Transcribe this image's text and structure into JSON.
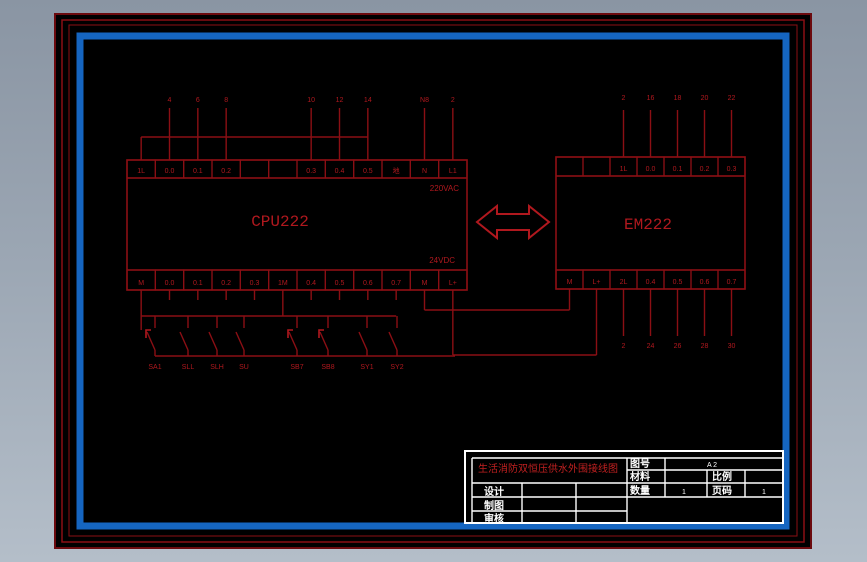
{
  "colors": {
    "background": "#000000",
    "line": "#8b0f14",
    "frame_inner": "#1565c0",
    "frame_outer": "#8b0f14",
    "title_block": "#ffffff",
    "title_text": "#c02020"
  },
  "cpu": {
    "name": "CPU222",
    "power_label": "220VAC",
    "dc_label": "24VDC",
    "top_terminals": [
      "1L",
      "0.0",
      "0.1",
      "0.2",
      "",
      "",
      "0.3",
      "0.4",
      "0.5",
      "地",
      "N",
      "L1"
    ],
    "top_wire_numbers": [
      "4",
      "6",
      "8",
      "10",
      "12",
      "14",
      "N8",
      "2"
    ],
    "bottom_terminals": [
      "M",
      "0.0",
      "0.1",
      "0.2",
      "0.3",
      "1M",
      "0.4",
      "0.5",
      "0.6",
      "0.7",
      "M",
      "L+"
    ]
  },
  "em": {
    "name": "EM222",
    "top_terminals": [
      "",
      "",
      "1L",
      "0.0",
      "0.1",
      "0.2",
      "0.3"
    ],
    "top_wire_numbers": [
      "2",
      "16",
      "18",
      "20",
      "22"
    ],
    "bottom_terminals": [
      "M",
      "L+",
      "2L",
      "0.4",
      "0.5",
      "0.6",
      "0.7"
    ],
    "bottom_wire_numbers": [
      "2",
      "24",
      "26",
      "28",
      "30"
    ]
  },
  "switches": [
    "SA1",
    "SLL",
    "SLH",
    "SU",
    "SB7",
    "SB8",
    "SY1",
    "SY2"
  ],
  "title_block": {
    "title": "生活消防双恒压供水外围接线图",
    "drawing_no_label": "图号",
    "drawing_no_value": "A 2",
    "material_label": "材料",
    "scale_label": "比例",
    "quantity_label": "数量",
    "quantity_value": "1",
    "page_label": "页码",
    "page_value": "1",
    "design_label": "设计",
    "draw_label": "制图",
    "review_label": "审核"
  }
}
